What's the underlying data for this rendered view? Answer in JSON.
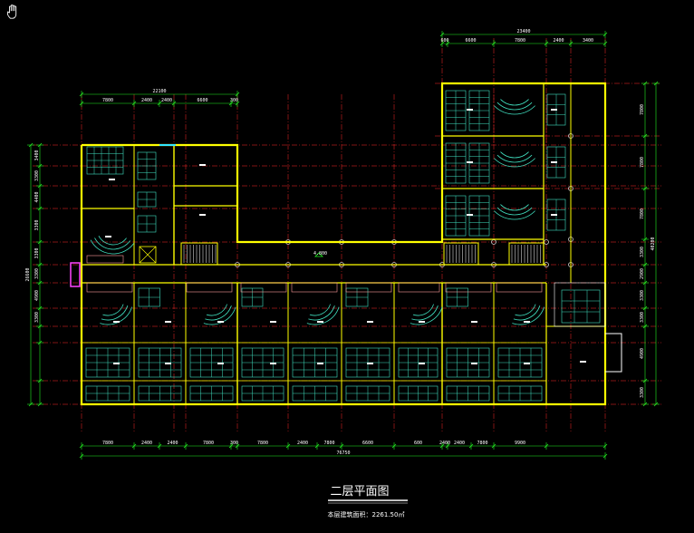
{
  "viewer": {
    "pan_tool_icon": "hand-pan-icon"
  },
  "drawing": {
    "title": "二层平面图",
    "area_note": "本层建筑面积：2261.50㎡",
    "corridor_level": "4.800"
  },
  "dimensions": {
    "top_right_total": "23400",
    "top_right_segments": [
      "600",
      "6600",
      "7800",
      "2400",
      "3400"
    ],
    "top_left_total": "22100",
    "top_left_segments": [
      "7800",
      "2400",
      "2400",
      "6600",
      "300"
    ],
    "bottom_total": "76750",
    "bottom_segments": [
      "7800",
      "2400",
      "2400",
      "7800",
      "300",
      "7800",
      "2400",
      "7800",
      "6600",
      "600",
      "2400",
      "2400",
      "7800",
      "9900"
    ],
    "left_total": "26600",
    "left_segments": [
      "3400",
      "3300",
      "4400",
      "3300",
      "3300",
      "3300",
      "4900",
      "3300"
    ],
    "right_total": "40200",
    "right_segments": [
      "7800",
      "7800",
      "7800",
      "3300",
      "2900",
      "3300",
      "3300",
      "4900",
      "3300"
    ]
  },
  "colors": {
    "wall": "#ffff00",
    "axis": "#ff2a2a",
    "dim": "#22ee22",
    "furniture": "#40e0c0",
    "partition": "#ff9999",
    "door": "#ff44ff",
    "text": "#ffffff",
    "glass": "#33e7ff"
  }
}
